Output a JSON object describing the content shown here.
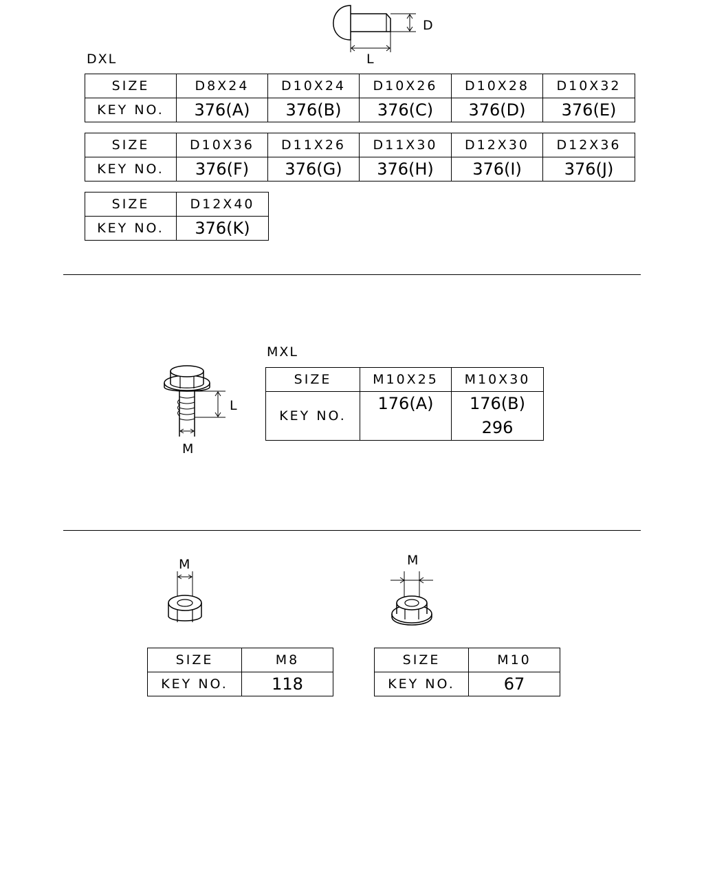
{
  "rivet": {
    "label": "DXL",
    "dim_d": "D",
    "dim_l": "L",
    "size_label": "SIZE",
    "key_label": "KEY NO.",
    "table1": [
      {
        "size": "D8X24",
        "key": "376(A)"
      },
      {
        "size": "D10X24",
        "key": "376(B)"
      },
      {
        "size": "D10X26",
        "key": "376(C)"
      },
      {
        "size": "D10X28",
        "key": "376(D)"
      },
      {
        "size": "D10X32",
        "key": "376(E)"
      }
    ],
    "table2": [
      {
        "size": "D10X36",
        "key": "376(F)"
      },
      {
        "size": "D11X26",
        "key": "376(G)"
      },
      {
        "size": "D11X30",
        "key": "376(H)"
      },
      {
        "size": "D12X30",
        "key": "376(I)"
      },
      {
        "size": "D12X36",
        "key": "376(J)"
      }
    ],
    "table3": [
      {
        "size": "D12X40",
        "key": "376(K)"
      }
    ]
  },
  "bolt": {
    "label": "MXL",
    "dim_l": "L",
    "dim_m": "M",
    "size_label": "SIZE",
    "key_label": "KEY NO.",
    "cols": [
      {
        "size": "M10X25",
        "keys": [
          "176(A)"
        ]
      },
      {
        "size": "M10X30",
        "keys": [
          "176(B)",
          "296"
        ]
      }
    ]
  },
  "nut_m8": {
    "dim_m": "M",
    "size_label": "SIZE",
    "key_label": "KEY NO.",
    "size": "M8",
    "key": "118"
  },
  "nut_m10": {
    "dim_m": "M",
    "size_label": "SIZE",
    "key_label": "KEY NO.",
    "size": "M10",
    "key": "67"
  }
}
